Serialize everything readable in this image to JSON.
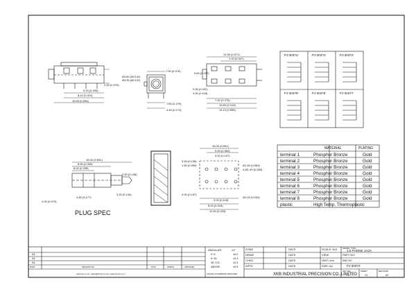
{
  "drawing": {
    "plug_spec_label": "PLUG SPEC",
    "side_view_dims": [
      "2.00 (0.079)",
      "5.20 (0.205)",
      "8.10 (0.319)",
      "10.00 (0.394)"
    ],
    "front_view_dims": [
      "7.00 (0.276)",
      "Ø3.60 (Ø0.142)",
      "Ø3.35 (Ø0.132)",
      "7.00 (0.276)",
      "4.40 (0.173)"
    ],
    "top_view_dims": [
      "14.50 (0.571)",
      "1.20 (0.047)",
      "5.00 (0.197)",
      "7.00 (0.276)",
      "10.50 (0.413)",
      "14.10 (0.555)",
      "0.55 (0.022)",
      "3.00 (0.118)"
    ],
    "plug_dims": [
      "15.00 (0.591)",
      "8.50 (0.335)",
      "6.00 (0.236)",
      "4.50 (0.177)",
      "3.50 (0.138)",
      "3.20 (0.126)",
      "2.00 (0.079)"
    ],
    "pcb_dims": [
      "15.00 (0.591)",
      "9.00 (0.354)",
      "3.50 (0.138)",
      "1.50 (0.059)",
      "5.00 (0.197)",
      "4.00 (0.157)",
      "3.00 (0.118)",
      "8.00 (0.315)",
      "11.00 (0.433)",
      "Ø1.60 (0.063)",
      "4-Ø1.40 (0.055)",
      "Ø1.00 (0.039)"
    ]
  },
  "schematics": [
    {
      "label": "PJ-3037U"
    },
    {
      "label": "PJ-3037S"
    },
    {
      "label": "PJ-3037X"
    },
    {
      "label": "PJ-3037R"
    },
    {
      "label": "PJ-3037E"
    },
    {
      "label": "PJ-3037T"
    }
  ],
  "material_table": {
    "headers": [
      "",
      "MATERIAL",
      "PLATING"
    ],
    "rows": [
      [
        "terminal 1",
        "Phosphor Bronze",
        "Gold"
      ],
      [
        "terminal 2",
        "Phosphor Bronze",
        "Gold"
      ],
      [
        "terminal 3",
        "Phosphor Bronze",
        "Gold"
      ],
      [
        "terminal 4",
        "Phosphor Bronze",
        "Gold"
      ],
      [
        "terminal 5",
        "Phosphor Bronze",
        "Gold"
      ],
      [
        "terminal 6",
        "Phosphor Bronze",
        "Gold"
      ],
      [
        "terminal 7",
        "Phosphor Bronze",
        "Gold"
      ],
      [
        "terminal 8",
        "Phosphor Bronze",
        "Gold"
      ],
      [
        "plastic",
        "High Temp. Thermoplastic",
        ""
      ]
    ]
  },
  "title_block": {
    "revisions": [
      {
        "rev": "A1",
        "desc": ""
      },
      {
        "rev": "A1",
        "desc": ""
      },
      {
        "rev": "A1",
        "desc": ""
      }
    ],
    "rev_header": [
      "MARK",
      "DESCRIPTION",
      "DATE",
      "DRAWN",
      "APPROVED"
    ],
    "tolerance_header": [
      "ANGULAR",
      "±1°"
    ],
    "tolerance_rows": [
      [
        "0~6",
        "±0.2"
      ],
      [
        "6~30",
        "±0.3"
      ],
      [
        "30~120",
        "±0.4"
      ],
      [
        "ABOVE",
        "±0.5"
      ]
    ],
    "tolerance_note": "UNLESS OTHERWISE SPECIFIED",
    "web_text": "www.xb-ic.com    sales@xbmicro.com    www.xbmicro.cn",
    "labels": {
      "zone": "ZONE",
      "date": "DATE",
      "scale": "SCALE: N/A",
      "model_type": "MODEL TYPE",
      "draw": "DRAW",
      "view": "VIEW",
      "part_no": "PART NO:",
      "chkd": "CHKD",
      "unit": "UNIT: mm",
      "appd": "APPD",
      "size": "SIZE: A4",
      "dwg_no": "DWG NO.",
      "sht": "SHT NO.",
      "sheet": "SHEET",
      "revision": "REVISION"
    },
    "model_value": "3.5 PHONE JACK",
    "dwg_value": "PJ-3037X",
    "sheet_values": [
      "1/1",
      "1/1",
      "A0"
    ],
    "company": "XKB INDUSTRIAL PRECISION CO.,LIMITED"
  }
}
